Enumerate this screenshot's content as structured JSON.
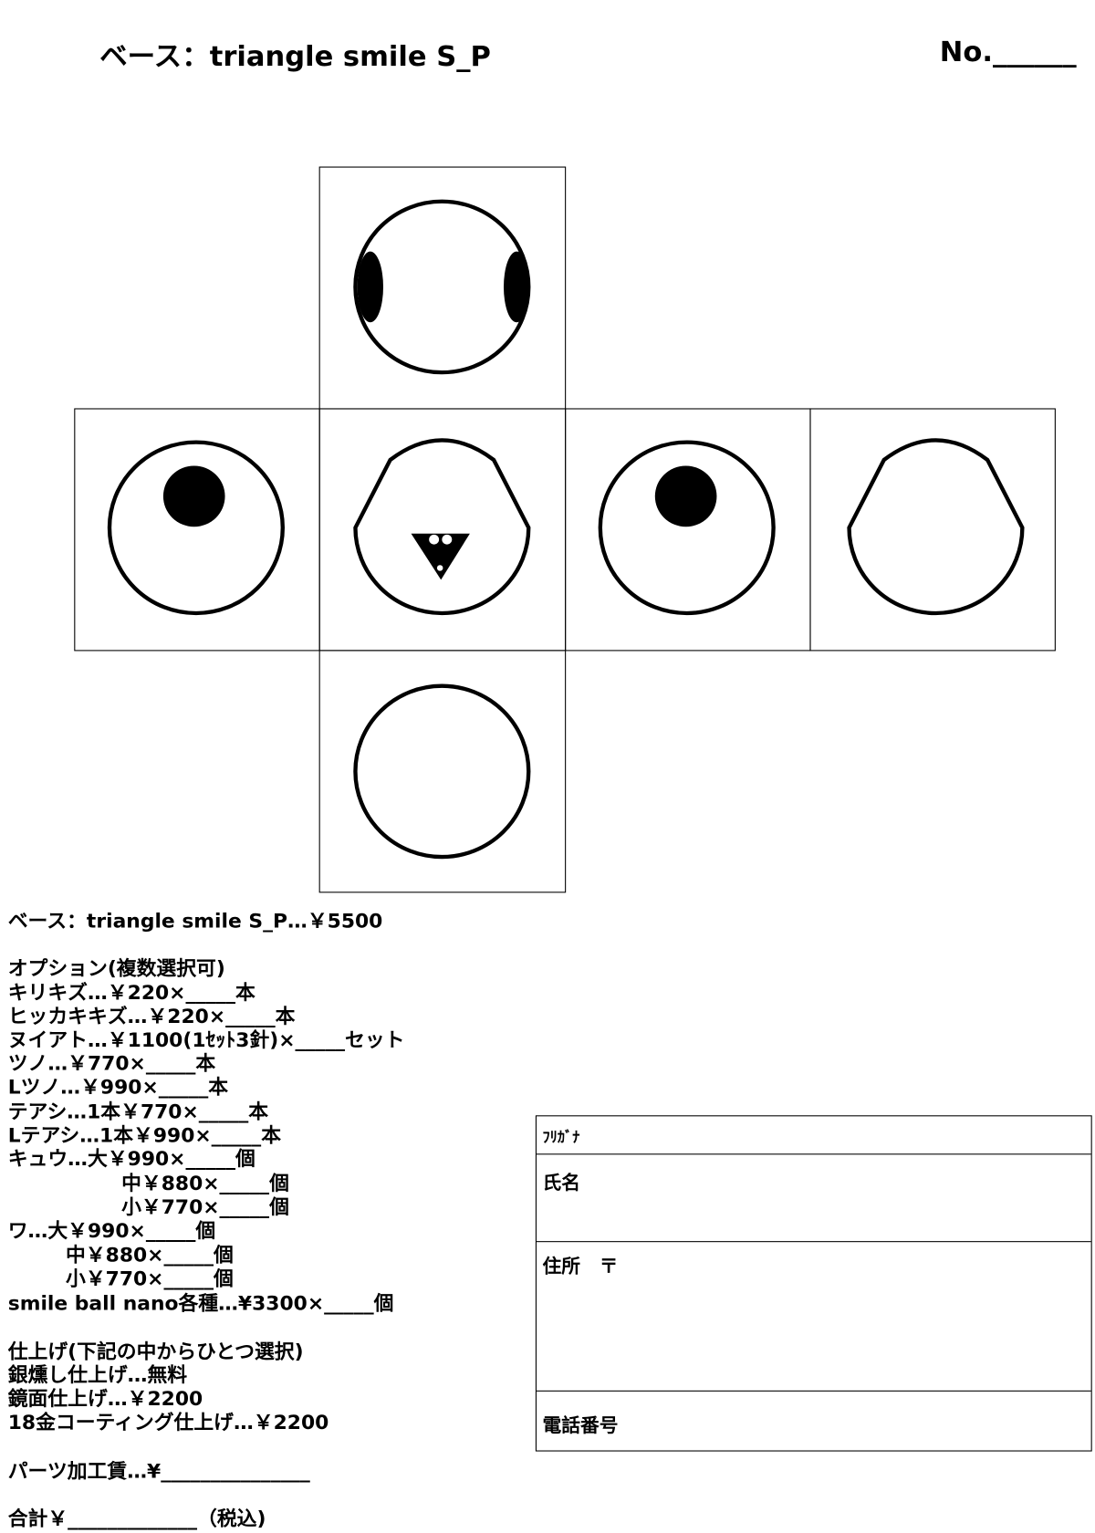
{
  "header": {
    "title": "ベース：triangle smile S_P",
    "number_label": "No.______"
  },
  "base_line": "ベース：triangle smile S_P…￥5500",
  "options": {
    "heading": "オプション(複数選択可)",
    "items": [
      "キリキズ…￥220×_____本",
      "ヒッカキキズ…￥220×_____本",
      "ヌイアト…￥1100(1ｾｯﾄ3針)×_____セット",
      "ツノ…￥770×_____本",
      "Lツノ…￥990×_____本",
      "テアシ…1本￥770×_____本",
      "Lテアシ…1本￥990×_____本",
      "キュウ…大￥990×_____個",
      "中￥880×_____個",
      "小￥770×_____個",
      "ワ…大￥990×_____個",
      "中￥880×_____個",
      "小￥770×_____個",
      "smile ball nano各種…¥3300×_____個"
    ]
  },
  "finish": {
    "heading": "仕上げ(下記の中からひとつ選択)",
    "items": [
      "銀燻し仕上げ…無料",
      "鏡面仕上げ…￥2200",
      "18金コーティング仕上げ…￥2200"
    ]
  },
  "processing_fee": "パーツ加工賃…¥_______________",
  "total": "合計￥_____________（税込)",
  "form": {
    "furigana": "ﾌﾘｶﾞﾅ",
    "name": "氏名",
    "address": "住所　〒",
    "phone": "電話番号"
  }
}
